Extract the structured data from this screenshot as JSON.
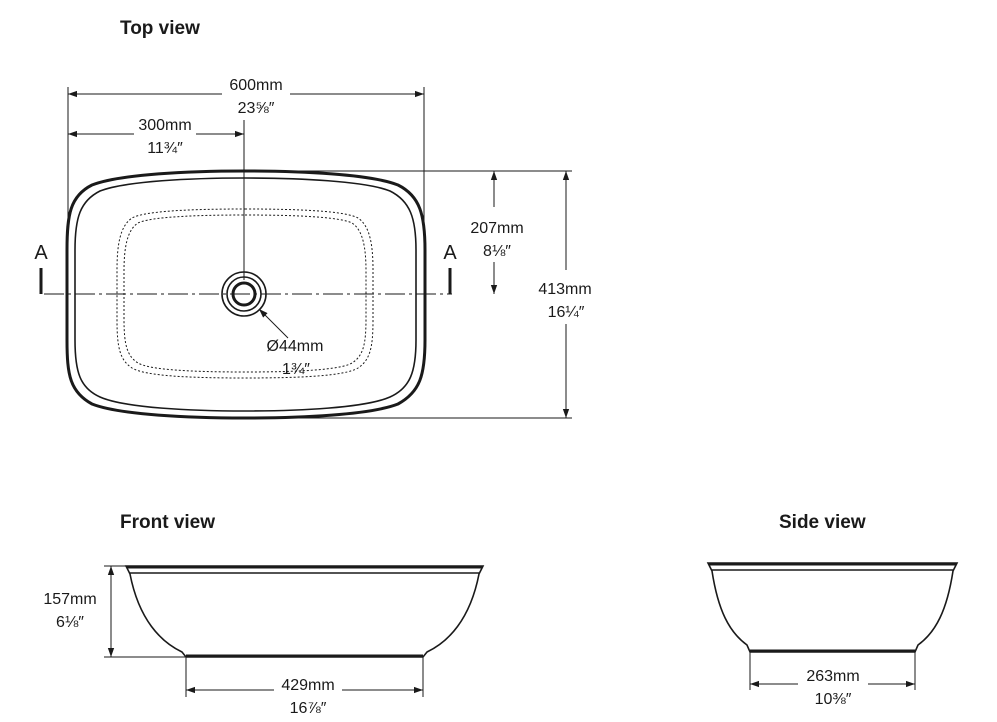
{
  "views": {
    "top_title": "Top view",
    "front_title": "Front view",
    "side_title": "Side view"
  },
  "section_marker": "A",
  "top_dims": {
    "overall_width_mm": "600mm",
    "overall_width_in": "23⅝″",
    "half_width_mm": "300mm",
    "half_width_in": "11¾″",
    "half_depth_mm": "207mm",
    "half_depth_in": "8⅛″",
    "overall_depth_mm": "413mm",
    "overall_depth_in": "16¼″",
    "waste_mm": "Ø44mm",
    "waste_in": "1¾″"
  },
  "front_dims": {
    "height_mm": "157mm",
    "height_in": "6⅛″",
    "base_mm": "429mm",
    "base_in": "16⅞″"
  },
  "side_dims": {
    "base_mm": "263mm",
    "base_in": "10⅜″"
  }
}
